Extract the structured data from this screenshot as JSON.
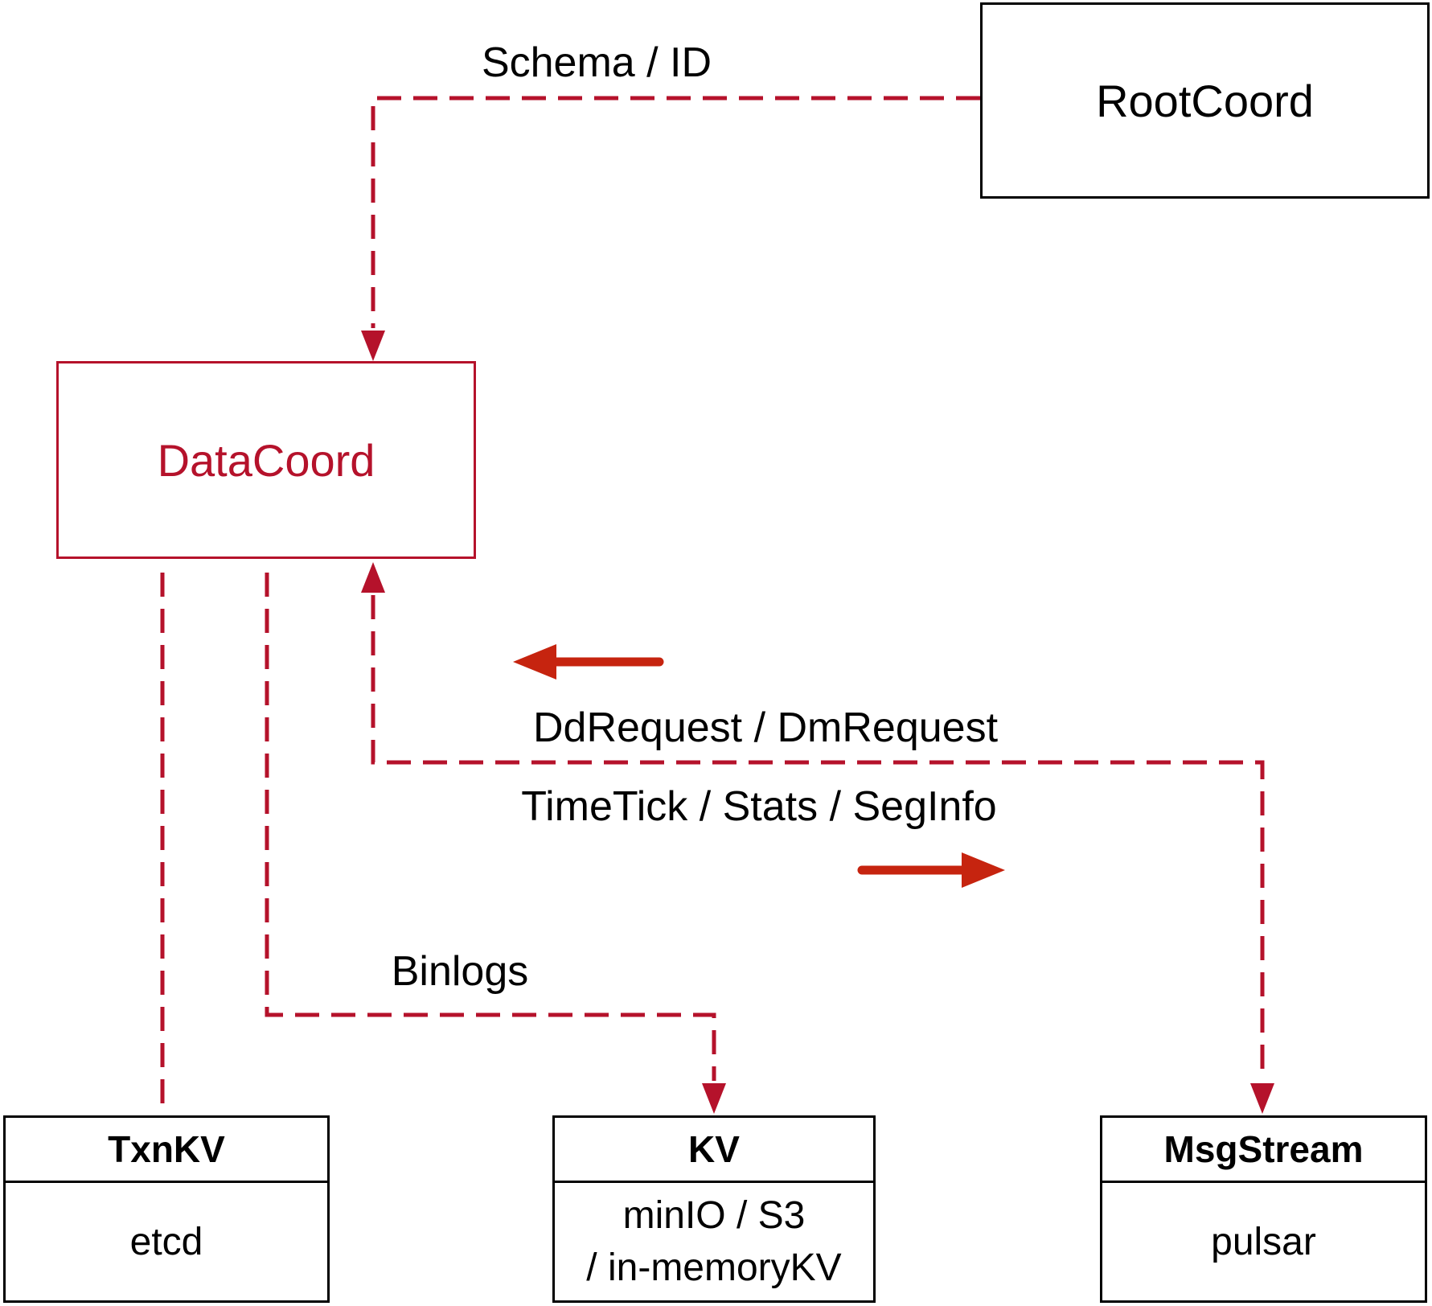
{
  "colors": {
    "crimson": "#b5122b",
    "arrow_red": "#c6240f",
    "ink": "#000000"
  },
  "nodes": {
    "rootcoord": {
      "label": "RootCoord"
    },
    "datacoord": {
      "label": "DataCoord"
    },
    "txnkv": {
      "title": "TxnKV",
      "body": "etcd"
    },
    "kv": {
      "title": "KV",
      "body_line1": "minIO / S3",
      "body_line2": "/ in-memoryKV"
    },
    "msgstream": {
      "title": "MsgStream",
      "body": "pulsar"
    }
  },
  "edge_labels": {
    "schema": "Schema / ID",
    "ddrequest": "DdRequest / DmRequest",
    "timetick": "TimeTick / Stats / SegInfo",
    "binlogs": "Binlogs"
  }
}
